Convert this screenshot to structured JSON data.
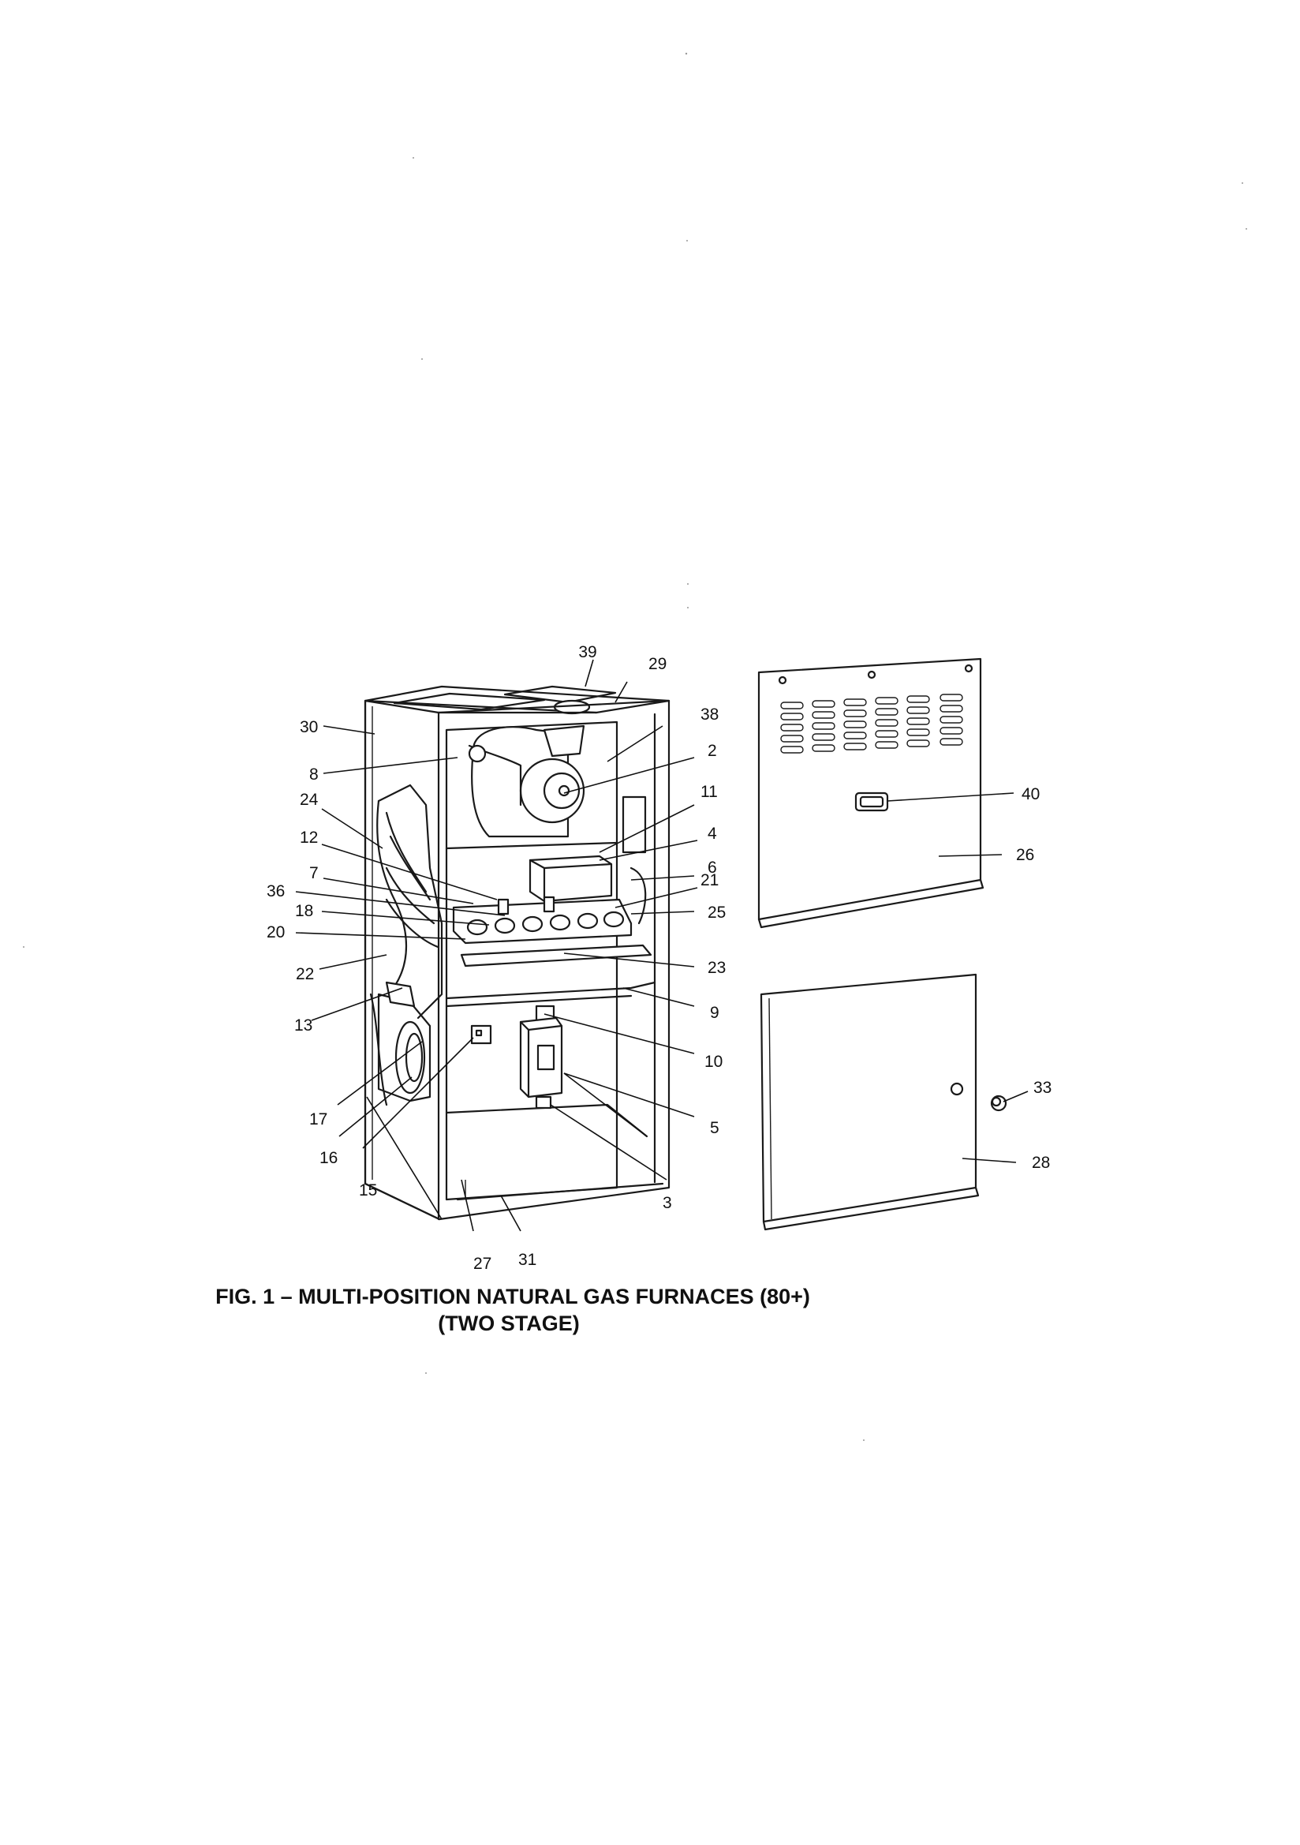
{
  "figure": {
    "caption_line1": "FIG. 1 – MULTI-POSITION NATURAL GAS FURNACES (80+)",
    "caption_line2": "(TWO STAGE)"
  },
  "callouts": [
    "39",
    "29",
    "30",
    "38",
    "8",
    "2",
    "24",
    "11",
    "4",
    "12",
    "6",
    "21",
    "7",
    "36",
    "25",
    "18",
    "20",
    "23",
    "22",
    "9",
    "13",
    "10",
    "17",
    "15",
    "16",
    "5",
    "3",
    "27",
    "31",
    "40",
    "26",
    "33",
    "28"
  ]
}
